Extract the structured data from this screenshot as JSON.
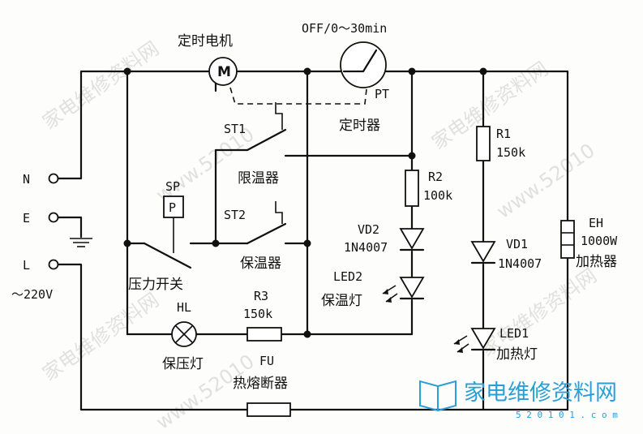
{
  "labels": {
    "motor": "定时电机",
    "motor_symbol": "M",
    "timer_range": "OFF/0～30min",
    "pt": "PT",
    "timer": "定时器",
    "st1": "ST1",
    "limiter": "限温器",
    "st2": "ST2",
    "keeper": "保温器",
    "sp": "SP",
    "p_symbol": "P",
    "pressure_switch": "压力开关",
    "n": "N",
    "e": "E",
    "l": "L",
    "voltage": "～220V",
    "hl": "HL",
    "pressure_lamp": "保压灯",
    "r3": "R3",
    "r3_val": "150k",
    "fu": "FU",
    "fuse": "热熔断器",
    "r2": "R2",
    "r2_val": "100k",
    "vd2": "VD2",
    "vd2_model": "1N4007",
    "led2": "LED2",
    "warm_lamp": "保温灯",
    "r1": "R1",
    "r1_val": "150k",
    "vd1": "VD1",
    "vd1_model": "1N4007",
    "led1": "LED1",
    "heat_lamp": "加热灯",
    "eh": "EH",
    "eh_power": "1000W",
    "heater": "加热器"
  },
  "watermark": {
    "site_cn": "家电维修资料网",
    "site_num": "www.52010",
    "logo_text": "家电维修资料网",
    "logo_url": "5 2 0 1 0 1 . c o m"
  }
}
